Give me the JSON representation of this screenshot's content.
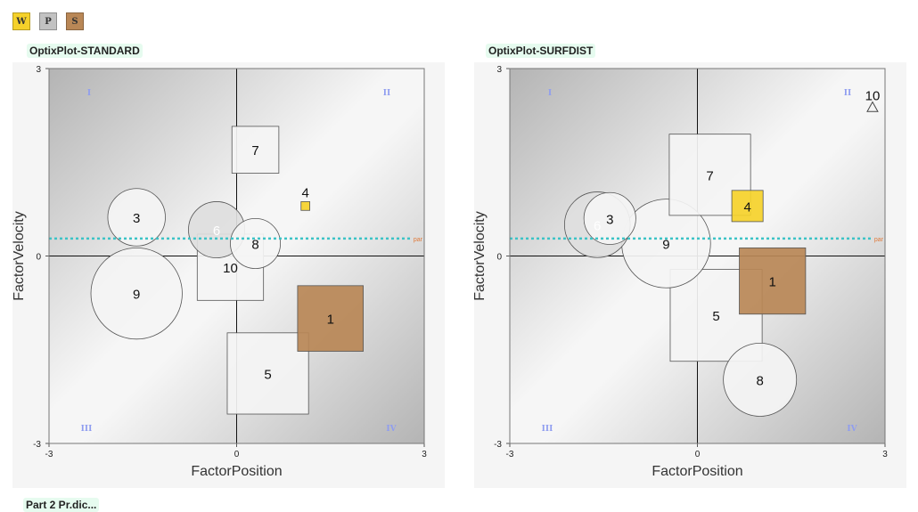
{
  "legend": [
    {
      "label": "W",
      "color": "#f5d12a"
    },
    {
      "label": "P",
      "color": "#c2c2c2"
    },
    {
      "label": "S",
      "color": "#b98756"
    }
  ],
  "colors": {
    "W": "#f5d12a",
    "P": "#dedede",
    "S": "#b98756",
    "white": "#f4f4f4",
    "par_line": "#3cc3c6",
    "par_label": "#e07a3a",
    "quadrant_label": "#8f9df0"
  },
  "bottom_title": "Part 2 Pr.dic...",
  "chart_data": [
    {
      "type": "scatter",
      "title": "OptixPlot-STANDARD",
      "xlabel": "FactorPosition",
      "ylabel": "FactorVelocity",
      "xlim": [
        -3,
        3
      ],
      "ylim": [
        -3,
        3
      ],
      "x_ticks": [
        "-3",
        "0",
        "3"
      ],
      "y_ticks": [
        "3",
        "0",
        "-3"
      ],
      "quadrant_labels": [
        "I",
        "II",
        "III",
        "IV"
      ],
      "par_line": {
        "y": 0.28,
        "label": "par"
      },
      "points": [
        {
          "label": "1",
          "x": 1.5,
          "y": -1.0,
          "shape": "square",
          "size": 1.05,
          "color": "S"
        },
        {
          "label": "3",
          "x": -1.6,
          "y": 0.62,
          "shape": "circle",
          "size": 0.92,
          "color": "white"
        },
        {
          "label": "4",
          "x": 1.1,
          "y": 0.8,
          "shape": "square",
          "size": 0.14,
          "color": "W"
        },
        {
          "label": "5",
          "x": 0.5,
          "y": -1.88,
          "shape": "square",
          "size": 1.3,
          "color": "white"
        },
        {
          "label": "6",
          "x": -0.32,
          "y": 0.42,
          "shape": "circle",
          "size": 0.9,
          "color": "P"
        },
        {
          "label": "7",
          "x": 0.3,
          "y": 1.7,
          "shape": "square",
          "size": 0.75,
          "color": "white"
        },
        {
          "label": "8",
          "x": 0.3,
          "y": 0.2,
          "shape": "circle",
          "size": 0.8,
          "color": "white"
        },
        {
          "label": "9",
          "x": -1.6,
          "y": -0.6,
          "shape": "circle",
          "size": 1.46,
          "color": "white"
        },
        {
          "label": "10",
          "x": -0.1,
          "y": -0.18,
          "shape": "square",
          "size": 1.06,
          "color": "white"
        }
      ]
    },
    {
      "type": "scatter",
      "title": "OptixPlot-SURFDIST",
      "xlabel": "FactorPosition",
      "ylabel": "FactorVelocity",
      "xlim": [
        -3,
        3
      ],
      "ylim": [
        -3,
        3
      ],
      "x_ticks": [
        "-3",
        "0",
        "3"
      ],
      "y_ticks": [
        "3",
        "0",
        "-3"
      ],
      "quadrant_labels": [
        "I",
        "II",
        "III",
        "IV"
      ],
      "par_line": {
        "y": 0.28,
        "label": "par"
      },
      "points": [
        {
          "label": "1",
          "x": 1.2,
          "y": -0.4,
          "shape": "square",
          "size": 1.06,
          "color": "S"
        },
        {
          "label": "3",
          "x": -1.4,
          "y": 0.6,
          "shape": "circle",
          "size": 0.83,
          "color": "white"
        },
        {
          "label": "4",
          "x": 0.8,
          "y": 0.8,
          "shape": "square",
          "size": 0.5,
          "color": "W"
        },
        {
          "label": "5",
          "x": 0.3,
          "y": -0.95,
          "shape": "square",
          "size": 1.47,
          "color": "white"
        },
        {
          "label": "6",
          "x": -1.6,
          "y": 0.5,
          "shape": "circle",
          "size": 1.05,
          "color": "P"
        },
        {
          "label": "7",
          "x": 0.2,
          "y": 1.3,
          "shape": "square",
          "size": 1.3,
          "color": "white"
        },
        {
          "label": "8",
          "x": 1.0,
          "y": -1.98,
          "shape": "circle",
          "size": 1.17,
          "color": "white"
        },
        {
          "label": "9",
          "x": -0.5,
          "y": 0.2,
          "shape": "circle",
          "size": 1.42,
          "color": "white"
        },
        {
          "label": "10",
          "x": 2.8,
          "y": 2.38,
          "shape": "triangle",
          "size": 0.17,
          "color": "white"
        }
      ]
    }
  ]
}
